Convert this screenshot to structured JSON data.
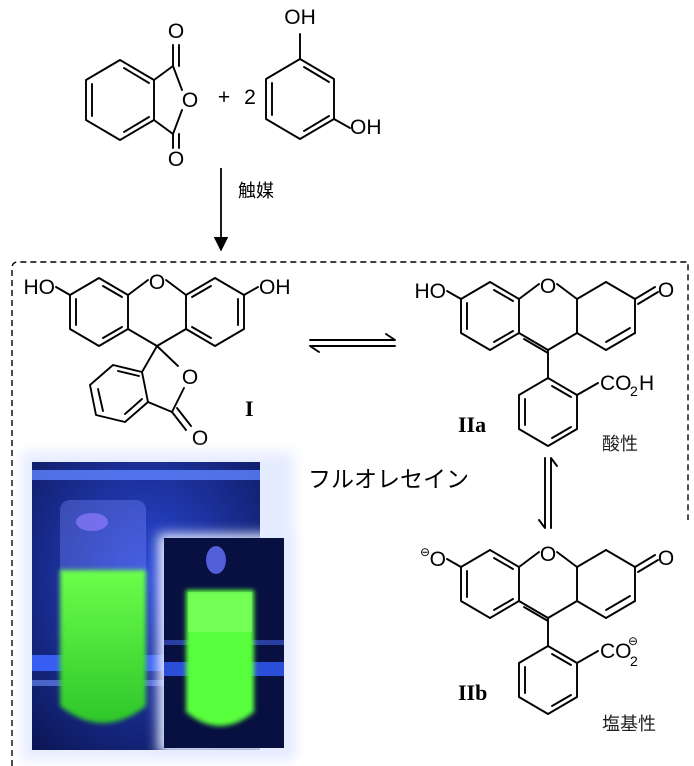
{
  "reagents": {
    "oxygen": "O",
    "plus": "+",
    "coefficient": "2",
    "hydroxyl": "OH"
  },
  "catalyst_label": "触媒",
  "fluorescein": {
    "name": "フルオレセイン",
    "labels": {
      "lactone": "I",
      "acid_form": "IIa",
      "base_form": "IIb"
    },
    "acidic": "酸性",
    "basic": "塩基性",
    "hydroxyl": "HO",
    "hydroxyl_right": "OH",
    "oxygen": "O",
    "carboxylic_acid": {
      "main": "CO",
      "sub": "2",
      "tail": "H"
    },
    "carboxylate": {
      "main": "CO",
      "sub": "2",
      "charge": "⊖"
    },
    "phenoxide": {
      "charge": "⊖",
      "atom": "O"
    }
  },
  "colors": {
    "fluorescent_green": "#5cff45",
    "uv_blue": "#1f3fd0",
    "dark_bg": "#081036"
  }
}
